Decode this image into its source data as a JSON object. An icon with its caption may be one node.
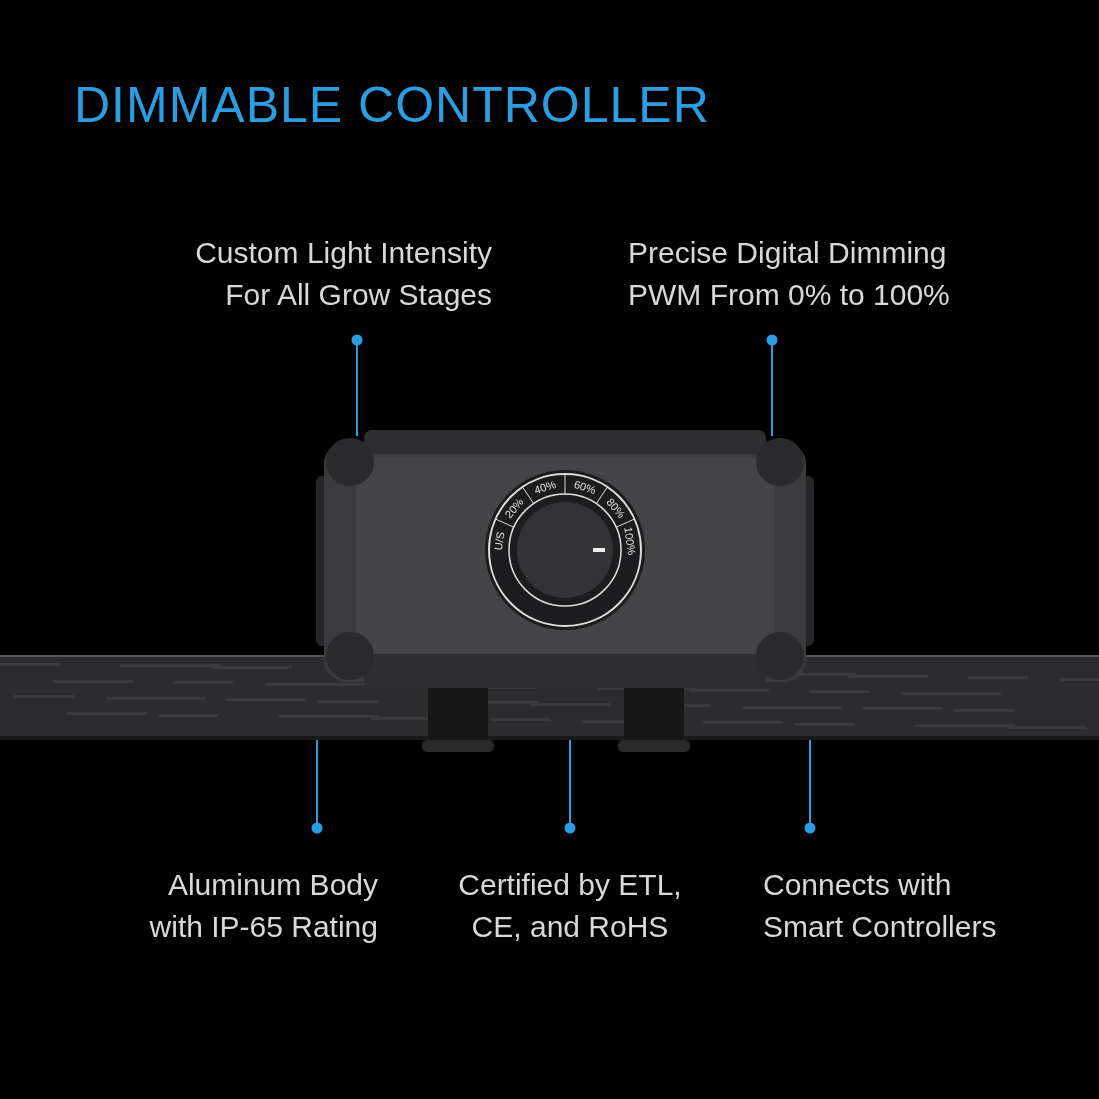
{
  "diagram": {
    "title": "DIMMABLE CONTROLLER",
    "nodes": [
      {
        "text": [
          "Custom Light Intensity For All Grow Stages"
        ]
      },
      {
        "text": [
          "Precise Digital Dimming PWM From 0% to 100%"
        ]
      },
      {
        "text": [],
        "shape": "picture"
      },
      {
        "text": [],
        "shape": "picture"
      },
      {
        "text": [
          "Aluminum Body with IP-65 Rating"
        ]
      },
      {
        "text": [
          "Certified by ETL, CE, and RoHS"
        ]
      },
      {
        "text": [
          "Connects with Smart Controllers"
        ]
      }
    ],
    "edges": [
      {
        "from": 0,
        "to": 2,
        "arrow": "other"
      },
      {
        "from": 1,
        "to": 2,
        "arrow": "other"
      },
      {
        "from": 4,
        "to": 3,
        "arrow": "other"
      },
      {
        "from": 5,
        "to": 3,
        "arrow": "other"
      },
      {
        "from": 6,
        "to": 3,
        "arrow": "other"
      }
    ],
    "labels": [
      "U/S",
      "20%",
      "40%",
      "60%",
      "80%",
      "100%"
    ]
  }
}
